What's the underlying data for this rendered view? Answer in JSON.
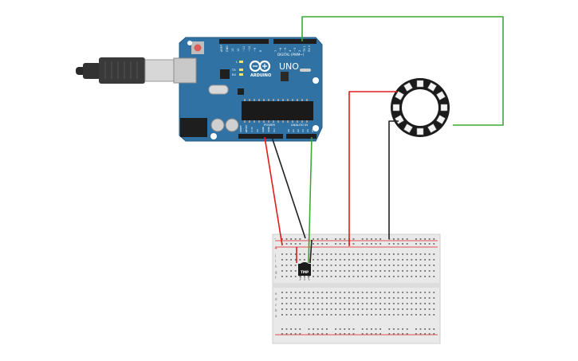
{
  "board": {
    "brand": "ARDUINO",
    "model": "UNO",
    "header_digital": "DIGITAL (PWM~)",
    "header_power": "POWER",
    "header_analog": "ANALOG IN",
    "led_tx": "TX",
    "led_rx": "RX",
    "led_l": "L",
    "pins_digital_top": [
      "AREF",
      "GND",
      "13",
      "12",
      "~11",
      "~10",
      "~9",
      "8",
      "7",
      "~6",
      "~5",
      "4",
      "~3",
      "2",
      "TX 1",
      "RX 0"
    ],
    "pins_power": [
      "IOREF",
      "RESET",
      "3.3V",
      "5V",
      "GND",
      "GND",
      "Vin"
    ],
    "pins_analog": [
      "A0",
      "A1",
      "A2",
      "A3",
      "A4",
      "A5"
    ]
  },
  "sensor": {
    "label": "TMP"
  },
  "breadboard": {
    "row_labels_left": [
      "j",
      "i",
      "h",
      "g",
      "f",
      "e",
      "d",
      "c",
      "b",
      "a"
    ],
    "rail_plus": "+",
    "rail_minus": "-"
  },
  "colors": {
    "board_blue": "#2f72a3",
    "wire_red": "#e21b1b",
    "wire_black": "#222222",
    "wire_green": "#3aaa35",
    "ring_black": "#1b1b1b",
    "breadboard": "#e9e9e9"
  }
}
